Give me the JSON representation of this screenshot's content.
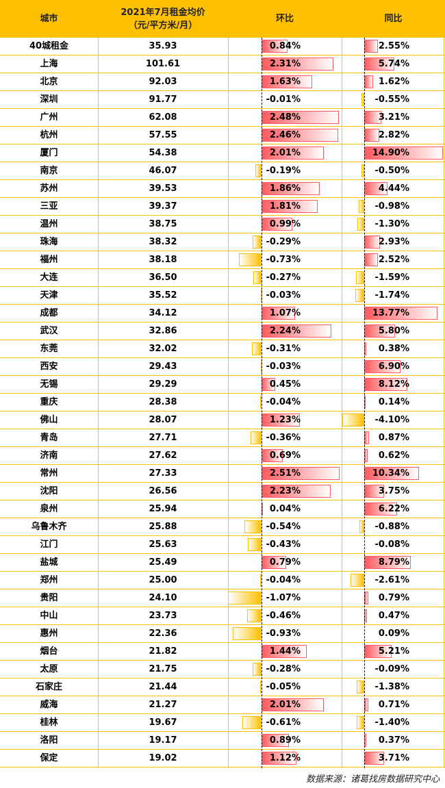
{
  "header": {
    "city": "城市",
    "price_line1": "2021年7月租金均价",
    "price_line2": "（元/平方米/月）",
    "mom": "环比",
    "yoy": "同比"
  },
  "footer": "数据来源：诸葛找房数据研究中心",
  "colors": {
    "header": "#ffc000",
    "positive": "#ff5a5f",
    "negative": "#ffc000"
  },
  "chart_data": {
    "type": "table",
    "columns": [
      "城市",
      "2021年7月租金均价（元/平方米/月）",
      "环比",
      "同比"
    ],
    "rows": [
      [
        "40城租金",
        "35.93",
        0.84,
        2.55
      ],
      [
        "上海",
        "101.61",
        2.31,
        5.74
      ],
      [
        "北京",
        "92.03",
        1.63,
        1.62
      ],
      [
        "深圳",
        "91.77",
        -0.01,
        -0.55
      ],
      [
        "广州",
        "62.08",
        2.48,
        3.21
      ],
      [
        "杭州",
        "57.55",
        2.46,
        2.82
      ],
      [
        "厦门",
        "54.38",
        2.01,
        14.9
      ],
      [
        "南京",
        "46.07",
        -0.19,
        -0.5
      ],
      [
        "苏州",
        "39.53",
        1.86,
        4.44
      ],
      [
        "三亚",
        "39.37",
        1.81,
        -0.98
      ],
      [
        "温州",
        "38.75",
        0.99,
        -1.3
      ],
      [
        "珠海",
        "38.32",
        -0.29,
        2.93
      ],
      [
        "福州",
        "38.18",
        -0.73,
        2.52
      ],
      [
        "大连",
        "36.50",
        -0.27,
        -1.59
      ],
      [
        "天津",
        "35.52",
        -0.03,
        -1.74
      ],
      [
        "成都",
        "34.12",
        1.07,
        13.77
      ],
      [
        "武汉",
        "32.86",
        2.24,
        5.8
      ],
      [
        "东莞",
        "32.02",
        -0.31,
        0.38
      ],
      [
        "西安",
        "29.43",
        -0.03,
        6.9
      ],
      [
        "无锡",
        "29.29",
        0.45,
        8.12
      ],
      [
        "重庆",
        "28.38",
        -0.04,
        0.14
      ],
      [
        "佛山",
        "28.07",
        1.23,
        -4.1
      ],
      [
        "青岛",
        "27.71",
        -0.36,
        0.87
      ],
      [
        "济南",
        "27.62",
        0.69,
        0.62
      ],
      [
        "常州",
        "27.33",
        2.51,
        10.34
      ],
      [
        "沈阳",
        "26.56",
        2.23,
        3.75
      ],
      [
        "泉州",
        "25.94",
        0.04,
        6.22
      ],
      [
        "乌鲁木齐",
        "25.88",
        -0.54,
        -0.88
      ],
      [
        "江门",
        "25.63",
        -0.43,
        -0.08
      ],
      [
        "盐城",
        "25.49",
        0.79,
        8.79
      ],
      [
        "郑州",
        "25.00",
        -0.04,
        -2.61
      ],
      [
        "贵阳",
        "24.10",
        -1.07,
        0.79
      ],
      [
        "中山",
        "23.73",
        -0.46,
        0.47
      ],
      [
        "惠州",
        "22.36",
        -0.93,
        0.09
      ],
      [
        "烟台",
        "21.82",
        1.44,
        5.21
      ],
      [
        "太原",
        "21.75",
        -0.28,
        -0.09
      ],
      [
        "石家庄",
        "21.44",
        -0.05,
        -1.38
      ],
      [
        "威海",
        "21.27",
        2.01,
        0.71
      ],
      [
        "桂林",
        "19.67",
        -0.61,
        -1.4
      ],
      [
        "洛阳",
        "19.17",
        0.89,
        0.37
      ],
      [
        "保定",
        "19.02",
        1.12,
        3.71
      ]
    ]
  }
}
